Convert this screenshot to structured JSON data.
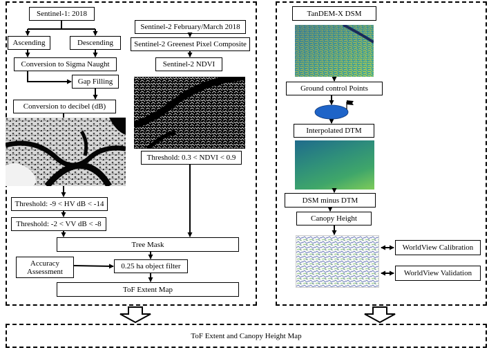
{
  "left_panel": {
    "s1_title": "Sentinel-1: 2018",
    "ascending": "Ascending",
    "descending": "Descending",
    "sigma_naught": "Conversion to Sigma Naught",
    "gap_filling": "Gap Filling",
    "decibel": "Conversion to decibel (dB)",
    "hv_threshold": "Threshold: -9 < HV dB < -14",
    "vv_threshold": "Threshold: -2 < VV dB < -8",
    "s2_title": "Sentinel-2 February/March 2018",
    "s2_composite": "Sentinel-2 Greenest Pixel Composite",
    "s2_ndvi": "Sentinel-2 NDVI",
    "ndvi_threshold": "Threshold: 0.3 < NDVI < 0.9",
    "tree_mask": "Tree Mask",
    "accuracy": "Accuracy Assessment",
    "object_filter": "0.25 ha object filter",
    "tof_extent": "ToF Extent Map"
  },
  "right_panel": {
    "dsm": "TanDEM-X DSM",
    "gcp": "Ground control Points",
    "interp_dtm": "Interpolated DTM",
    "dsm_minus_dtm": "DSM minus DTM",
    "canopy_height": "Canopy Height",
    "wv_calibration": "WorldView Calibration",
    "wv_validation": "WorldView Validation"
  },
  "bottom": {
    "final": "ToF Extent and Canopy Height Map"
  },
  "colors": {
    "dsm_map": [
      "#2b4f8f",
      "#3aa7a0",
      "#9ed64a",
      "#e6e22a"
    ],
    "dtm_gradient": [
      "#1f6b8c",
      "#2f8f7a",
      "#3fa66a",
      "#7ecb5a"
    ],
    "gcp_marker": "#1e64c8"
  }
}
